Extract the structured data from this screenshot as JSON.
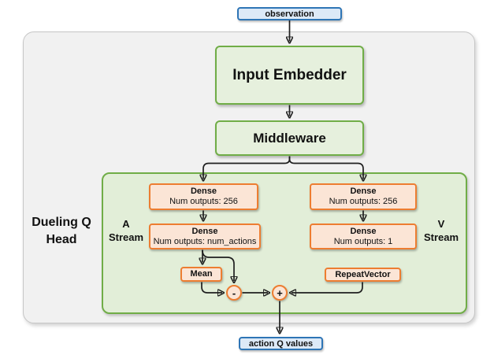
{
  "colors": {
    "blue_border": "#2e75b6",
    "blue_fill": "#dce9f7",
    "green_border": "#70ad47",
    "green_box_fill": "#e6f0dd",
    "green_container_fill": "#e2eed8",
    "orange_border": "#ed7d31",
    "orange_fill": "#fbe5d6",
    "gray_container_fill": "#f1f1f1",
    "gray_container_border": "#c6c6c6",
    "edge_color": "#1f1f1f"
  },
  "nodes": {
    "observation": {
      "label": "observation"
    },
    "input_embedder": {
      "label": "Input Embedder"
    },
    "middleware": {
      "label": "Middleware"
    },
    "dueling_head": {
      "line1": "Dueling Q",
      "line2": "Head"
    },
    "a_stream": {
      "line1": "A",
      "line2": "Stream"
    },
    "v_stream": {
      "line1": "V",
      "line2": "Stream"
    },
    "dense_a1": {
      "title": "Dense",
      "subtitle": "Num outputs: 256"
    },
    "dense_a2": {
      "title": "Dense",
      "subtitle": "Num outputs: num_actions"
    },
    "dense_v1": {
      "title": "Dense",
      "subtitle": "Num outputs: 256"
    },
    "dense_v2": {
      "title": "Dense",
      "subtitle": "Num outputs: 1"
    },
    "mean": {
      "label": "Mean"
    },
    "repeat_vector": {
      "label": "RepeatVector"
    },
    "minus_op": {
      "label": "-"
    },
    "plus_op": {
      "label": "+"
    },
    "action_q_values": {
      "label": "action Q values"
    }
  }
}
